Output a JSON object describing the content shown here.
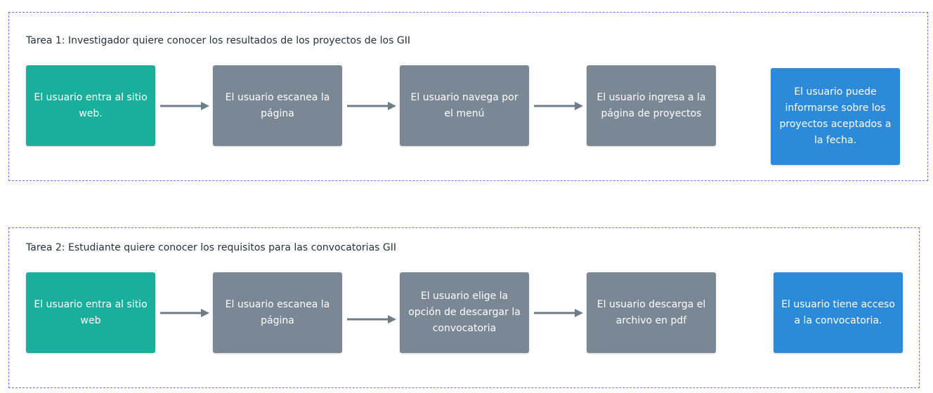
{
  "colors": {
    "frame_border": "#7b6cf0",
    "start_step": "#1aaf9c",
    "middle_step": "#7a8896",
    "end_step": "#2c8ad9",
    "arrow": "#6f7c89"
  },
  "tasks": [
    {
      "title": "Tarea 1: Investigador quiere conocer los resultados de los proyectos de los GII",
      "steps": [
        "El usuario entra al sitio web.",
        "El usuario escanea la página",
        "El usuario navega por el menú",
        "El usuario ingresa a la página de proyectos",
        "El usuario puede informarse sobre los proyectos aceptados a la fecha."
      ]
    },
    {
      "title": "Tarea 2: Estudiante quiere conocer los requisitos para las convocatorias GII",
      "steps": [
        "El usuario entra al sitio web",
        "El usuario escanea la página",
        "El usuario elige la opción de descargar la convocatoria",
        "El usuario descarga el archivo en pdf",
        "El usuario tiene acceso a la convocatoria."
      ]
    }
  ]
}
